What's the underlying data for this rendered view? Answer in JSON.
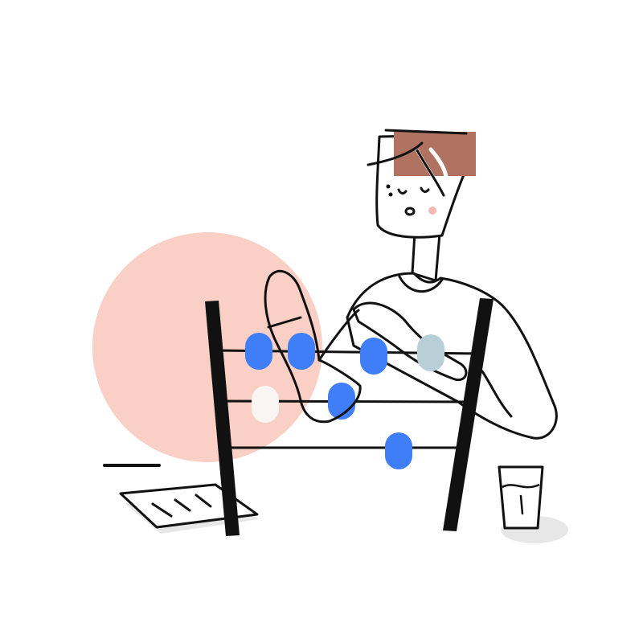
{
  "colors": {
    "background": "#ffffff",
    "ink": "#111111",
    "circle": "#fad0c6",
    "hair": "#b07361",
    "blush": "#f6b9b1",
    "bead_blue": "#3f7ef6",
    "bead_grey_blue": "#b9cfd8",
    "bead_white": "#f8f5f2",
    "shadow": "#e7e7e7"
  },
  "illustration": {
    "subject": "person-using-abacus",
    "elements": [
      "background-circle",
      "person",
      "abacus",
      "notepad",
      "water-glass",
      "pencil-line"
    ]
  },
  "abacus": {
    "rows": [
      {
        "beads": [
          "bead_blue",
          "bead_blue",
          "bead_blue",
          "bead_grey_blue"
        ]
      },
      {
        "beads": [
          "bead_white",
          "bead_blue"
        ]
      },
      {
        "beads": [
          "bead_blue"
        ]
      }
    ]
  }
}
